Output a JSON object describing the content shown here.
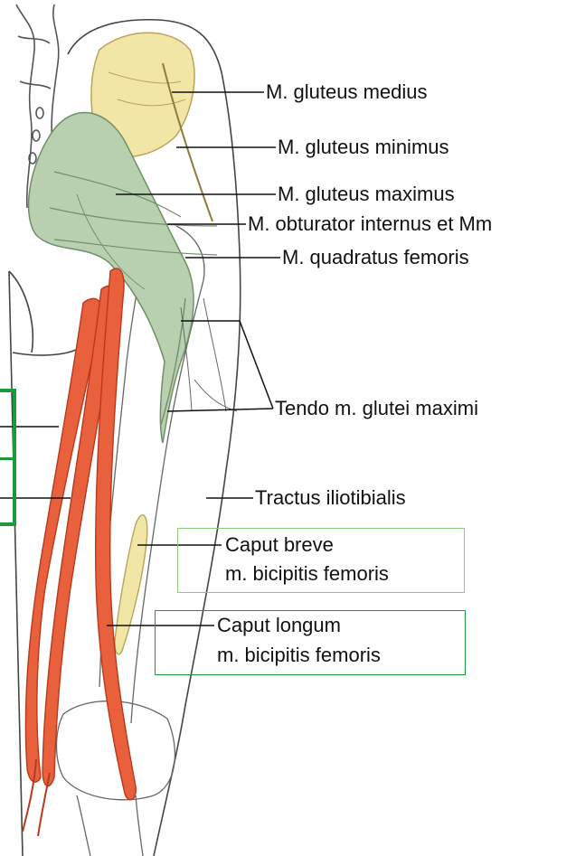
{
  "labels": {
    "gluteus_medius": "M. gluteus medius",
    "gluteus_minimus": "M. gluteus minimus",
    "gluteus_maximus": "M. gluteus maximus",
    "obturator": "M. obturator internus et Mm",
    "quadratus": "M. quadratus femoris",
    "tendo": "Tendo m. glutei maximi",
    "tractus": "Tractus iliotibialis",
    "caput_breve_1": "Caput breve",
    "caput_breve_2": "m. bicipitis femoris",
    "caput_longum_1": "Caput longum",
    "caput_longum_2": "m. bicipitis femoris"
  },
  "colors": {
    "red_muscle": "#e8603c",
    "red_muscle_dark": "#b8391c",
    "green_muscle": "#b9d0b0",
    "green_muscle_dark": "#6f8f68",
    "yellow_muscle": "#f1e6a6",
    "yellow_muscle_dark": "#b9a45a",
    "bone_outline": "#555555",
    "highlight_green": "#1a9a3a",
    "highlight_light_green": "#8cc87a"
  }
}
